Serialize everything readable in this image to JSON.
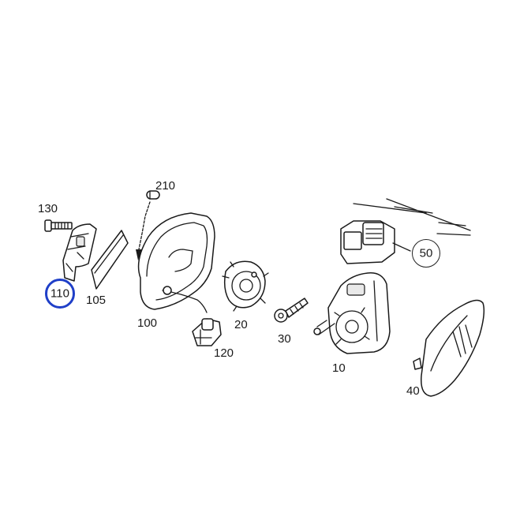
{
  "parts": [
    {
      "id": "10",
      "highlighted": false
    },
    {
      "id": "20",
      "highlighted": false
    },
    {
      "id": "30",
      "highlighted": false
    },
    {
      "id": "40",
      "highlighted": false
    },
    {
      "id": "50",
      "highlighted": false
    },
    {
      "id": "100",
      "highlighted": false
    },
    {
      "id": "105",
      "highlighted": false
    },
    {
      "id": "110",
      "highlighted": true
    },
    {
      "id": "120",
      "highlighted": false
    },
    {
      "id": "130",
      "highlighted": false
    },
    {
      "id": "210",
      "highlighted": false
    }
  ],
  "highlight_color": "#1f3fc8"
}
